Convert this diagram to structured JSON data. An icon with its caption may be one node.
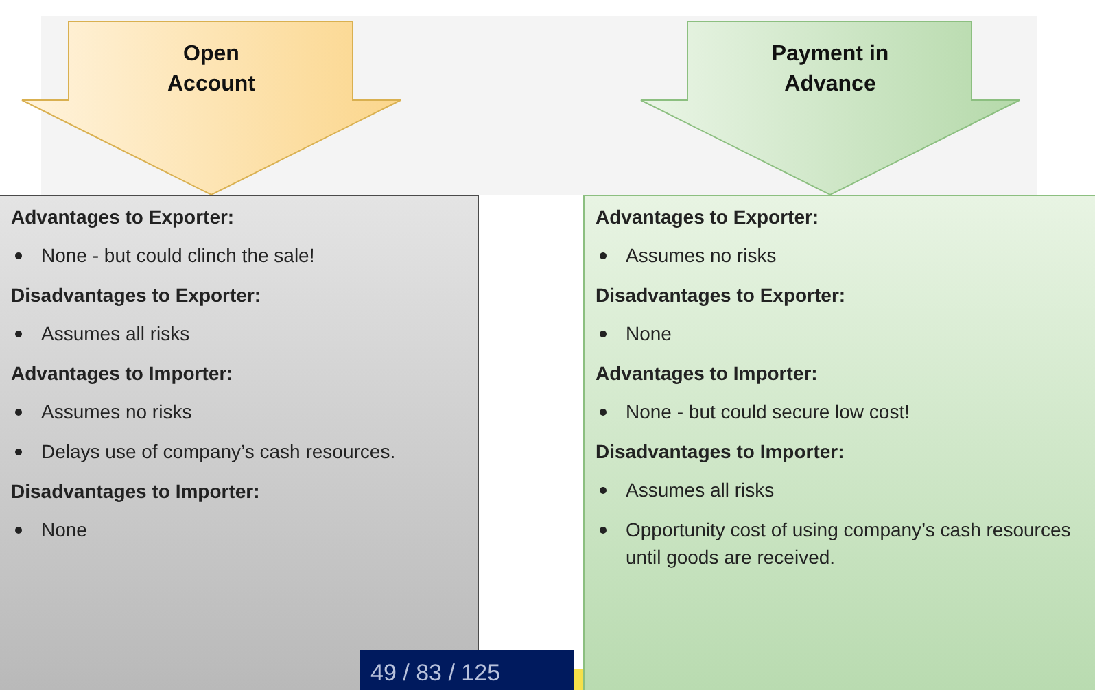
{
  "diagram": {
    "nodes": [
      {
        "text": [
          "Open Account"
        ]
      },
      {
        "text": [
          "Payment in Advance"
        ]
      },
      {
        "text": [],
        "shape": "box"
      },
      {
        "text": [
          "Advantages to Exporter:",
          "None - but could clinch the sale!"
        ],
        "in": 2
      },
      {
        "text": [
          "Disadvantages to Exporter:",
          "Assumes all risks"
        ],
        "in": 2
      },
      {
        "text": [
          "Advantages to Importer:",
          "Assumes no risks",
          "Delays use of company’s cash resources."
        ],
        "in": 2
      },
      {
        "text": [
          "Disadvantages to Importer:",
          "None"
        ],
        "in": 2
      },
      {
        "text": [],
        "shape": "box"
      },
      {
        "text": [
          "Advantages to Exporter:",
          "Assumes no risks"
        ],
        "in": 7
      },
      {
        "text": [
          "Disadvantages to Exporter:",
          "None"
        ],
        "in": 7
      },
      {
        "text": [
          "Advantages to Importer:",
          "None - but could secure low cost!"
        ],
        "in": 7
      },
      {
        "text": [
          "Disadvantages to Importer:",
          "Assumes all risks",
          "Opportunity cost of using company’s cash resources until goods are received."
        ],
        "in": 7
      }
    ],
    "edges": [],
    "labels": [
      "49 / 83 / 125"
    ]
  }
}
